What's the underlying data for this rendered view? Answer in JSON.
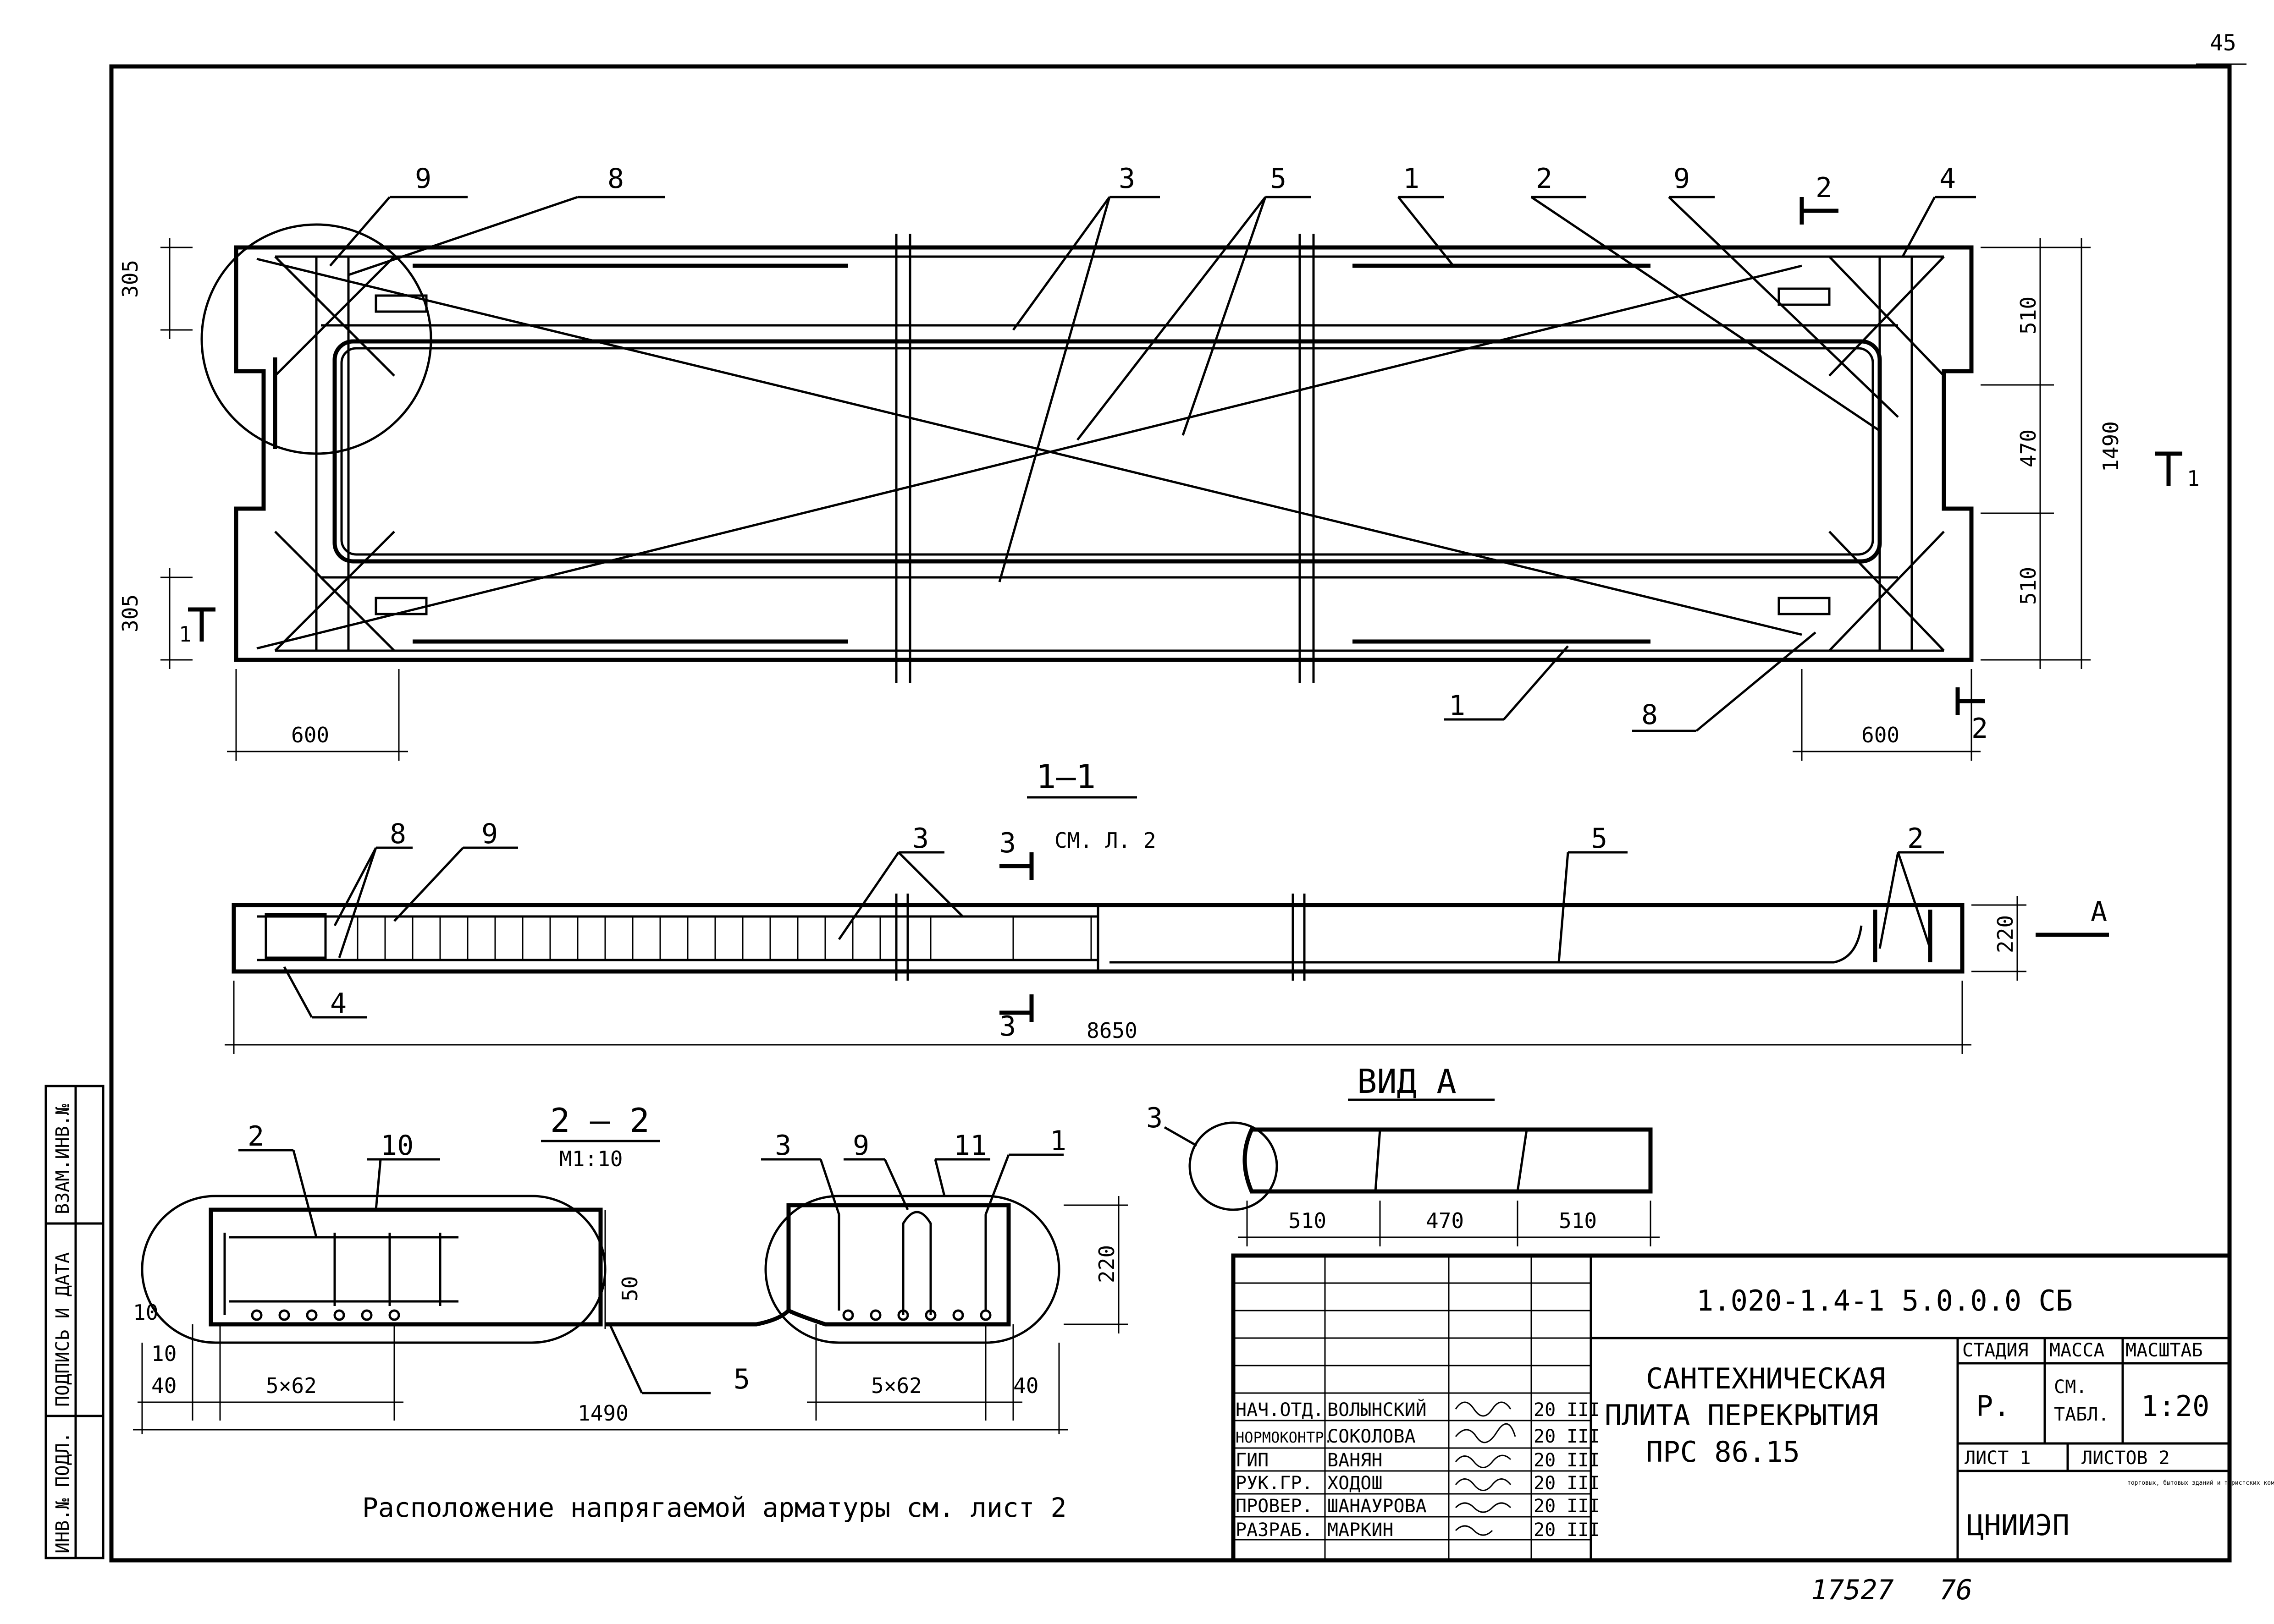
{
  "page_number": "45",
  "plan": {
    "callouts": [
      "9",
      "8",
      "3",
      "5",
      "1",
      "2",
      "9",
      "2",
      "4",
      "1",
      "8",
      "2"
    ],
    "dims": {
      "left_w": "600",
      "right_w": "600",
      "top_h": "305",
      "bottom_h": "305",
      "r1": "510",
      "r2": "470",
      "r3": "510",
      "total": "1490"
    },
    "cut_marks": {
      "top": "2",
      "bottom": "2",
      "left": "1",
      "right": "1"
    }
  },
  "section_1_1": {
    "title": "1—1",
    "callouts": [
      "8",
      "9",
      "3",
      "5",
      "2",
      "4"
    ],
    "cut_ref": "3",
    "cut_ref_note": "СМ. Л. 2",
    "cut_ref_bottom": "3",
    "view_mark": "A",
    "height": "220",
    "length": "8650"
  },
  "view_a": {
    "title": "ВИД А",
    "callout": "3",
    "dims": [
      "510",
      "470",
      "510"
    ]
  },
  "section_2_2": {
    "title": "2 — 2",
    "scale": "М1:10",
    "callouts": [
      "2",
      "10",
      "3",
      "9",
      "11",
      "1",
      "5"
    ],
    "dims": {
      "a": "10",
      "b": "10",
      "c": "40",
      "spacing_l": "5×62",
      "spacing_r": "5×62",
      "d": "40",
      "gap": "50",
      "height": "220",
      "total": "1490"
    }
  },
  "note": "Расположение напрягаемой арматуры см. лист 2",
  "side_stamp": [
    "ВЗАМ.ИНВ.№",
    "ПОДПИСЬ И ДАТА",
    "ИНВ.№ ПОДЛ."
  ],
  "title_block": {
    "code": "1.020-1.4-1 5.0.0.0 СБ",
    "title_lines": [
      "САНТЕХНИЧЕСКАЯ",
      "ПЛИТА ПЕРЕКРЫТИЯ",
      "ПРС 86.15"
    ],
    "stage_header": "СТАДИЯ",
    "mass_header": "МАССА",
    "scale_header": "МАСШТАБ",
    "stage": "Р.",
    "mass_lines": [
      "СМ.",
      "ТАБЛ."
    ],
    "scale": "1:20",
    "sheet": "ЛИСТ 1",
    "sheets": "ЛИСТОВ 2",
    "org": "ЦНИИЭП",
    "org_note": "торговых, бытовых зданий и туристских комплексов",
    "rows": [
      {
        "role": "НАЧ.ОТД.",
        "name": "ВОЛЫНСКИЙ",
        "date": "20 III"
      },
      {
        "role": "НОРМОКОНТР.",
        "name": "СОКОЛОВА",
        "date": "20 III"
      },
      {
        "role": "ГИП",
        "name": "ВАНЯН",
        "date": "20 III"
      },
      {
        "role": "РУК.ГР.",
        "name": "ХОДОШ",
        "date": "20 III"
      },
      {
        "role": "ПРОВЕР.",
        "name": "ШАНАУРОВА",
        "date": "20 III"
      },
      {
        "role": "РАЗРАБ.",
        "name": "МАРКИН",
        "date": "20 III"
      }
    ]
  },
  "footer_number": "17527",
  "footer_suffix": "76"
}
